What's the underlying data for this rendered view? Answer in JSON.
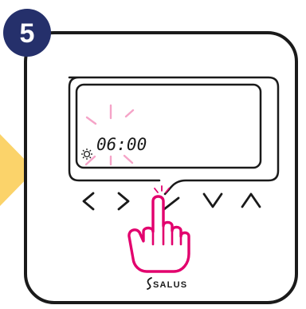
{
  "step": {
    "number": "5",
    "badge_color": "#25306b"
  },
  "display": {
    "time": "06:00",
    "time_state": "blinking"
  },
  "buttons": {
    "left_icon": "chevron-left",
    "right_icon": "chevron-right",
    "confirm_icon": "checkmark",
    "down_icon": "chevron-down",
    "up_icon": "chevron-up"
  },
  "brand": {
    "logo_text": "SALUS"
  },
  "colors": {
    "arrow": "#fbd36a",
    "highlight": "#e2006d",
    "blink": "#f5a3c7",
    "outline": "#1a1a1a"
  }
}
